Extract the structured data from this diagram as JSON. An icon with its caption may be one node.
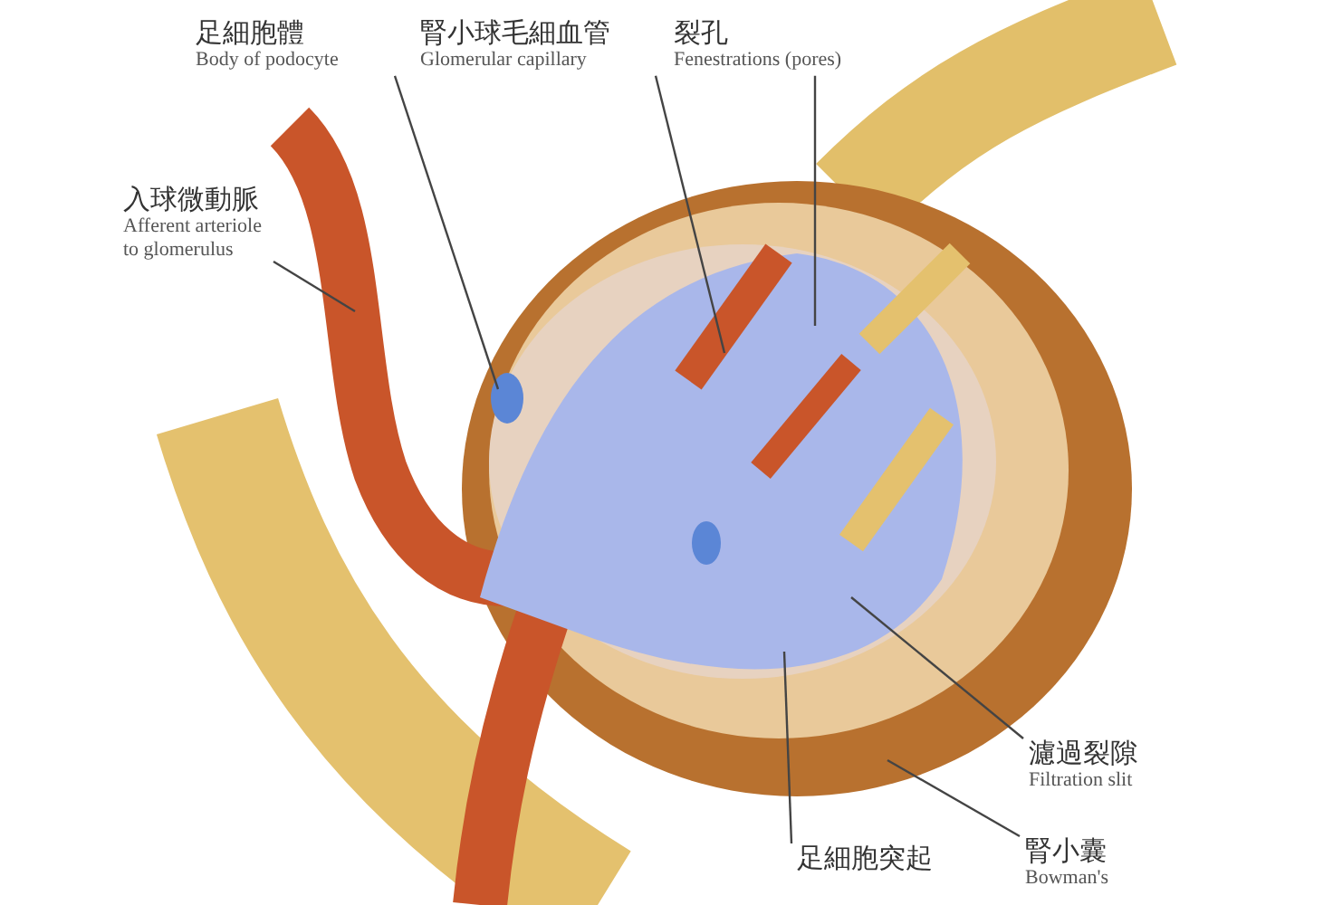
{
  "diagram": {
    "nodes": [
      {
        "text": [
          "足細胞體",
          "Body of podocyte"
        ]
      },
      {
        "text": [
          "腎小球毛細血管",
          "Glomerular capillary"
        ]
      },
      {
        "text": [
          "裂孔",
          "Fenestrations (pores)"
        ]
      },
      {
        "text": [
          "入球微動脈",
          "Afferent arteriole to glomerulus"
        ]
      },
      {
        "text": [
          "濾過裂隙",
          "Filtration slit"
        ]
      },
      {
        "text": [
          "足細胞突起"
        ]
      },
      {
        "text": [
          "腎小囊",
          "Bowman's"
        ]
      }
    ],
    "edges": [
      {
        "from": 0,
        "to": null,
        "arrow": "none"
      },
      {
        "from": 1,
        "to": null,
        "arrow": "none"
      },
      {
        "from": 2,
        "to": null,
        "arrow": "none"
      },
      {
        "from": 3,
        "to": null,
        "arrow": "none"
      },
      {
        "from": 4,
        "to": null,
        "arrow": "none"
      },
      {
        "from": 5,
        "to": null,
        "arrow": "none"
      },
      {
        "from": 6,
        "to": null,
        "arrow": "none"
      }
    ]
  }
}
